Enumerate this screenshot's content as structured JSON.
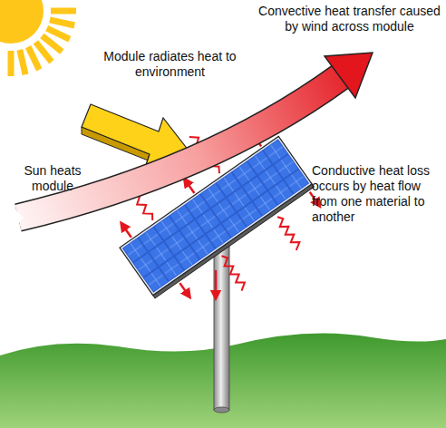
{
  "diagram": {
    "labels": [
      "Convective heat transfer caused by wind across module",
      "Module radiates heat to environment",
      "Sun heats module",
      "Conductive heat loss occurs by heat flow from one material to another"
    ]
  }
}
